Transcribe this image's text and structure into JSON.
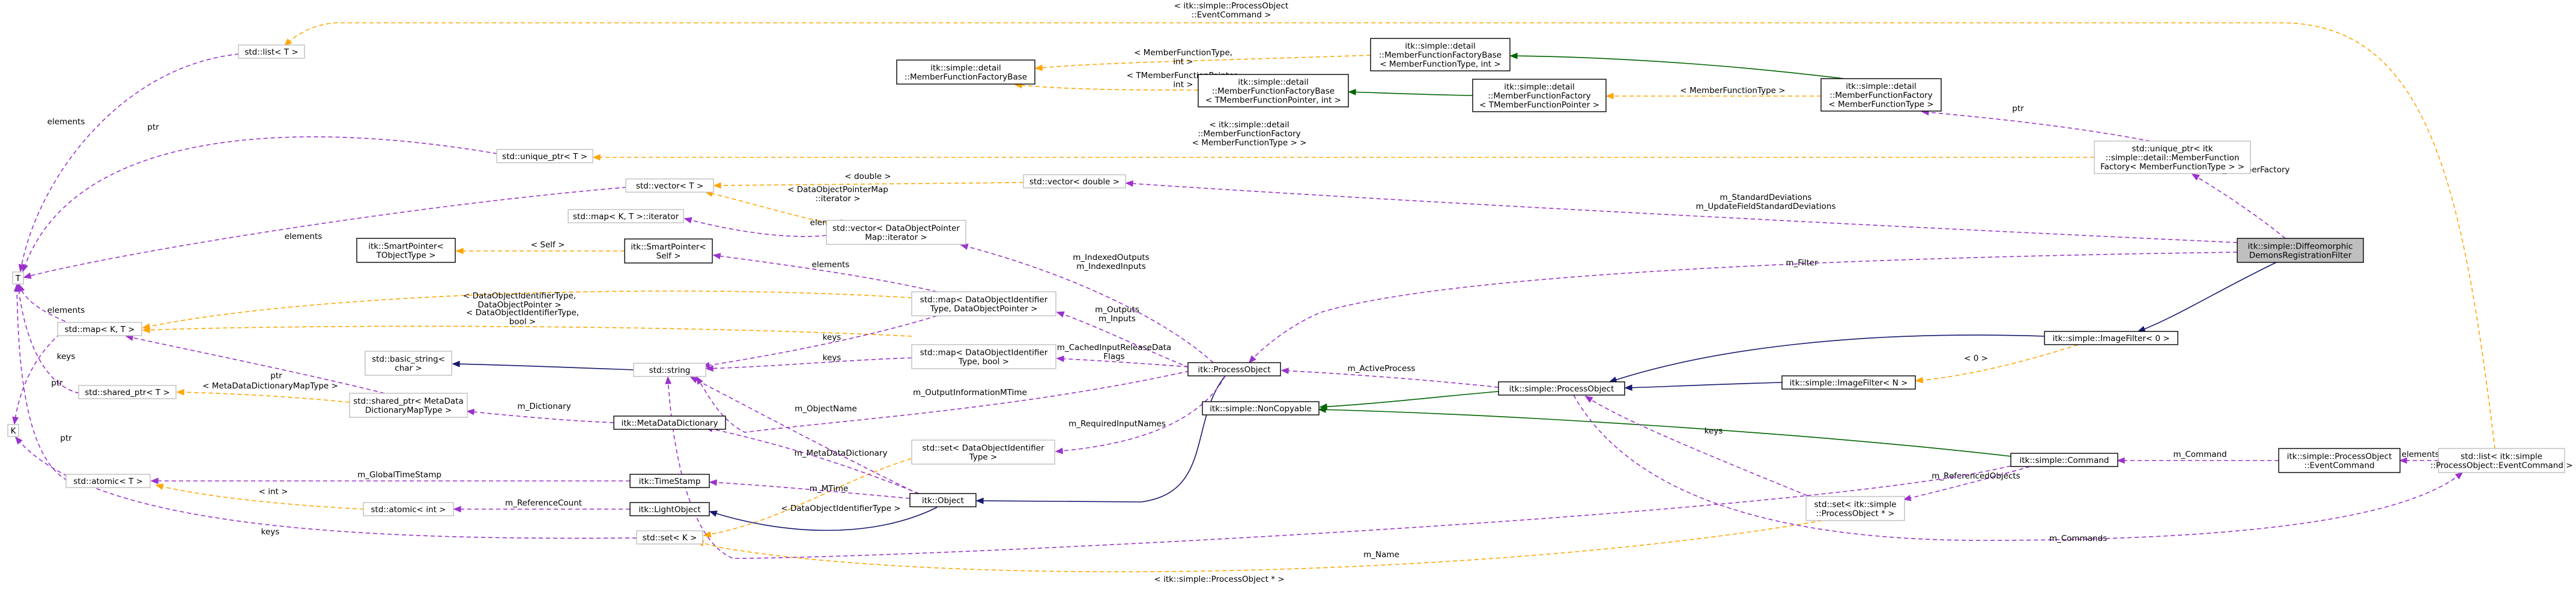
{
  "colors": {
    "usage": "#9a32cd",
    "template": "#ffa500",
    "public": "#191970",
    "protected": "#006400",
    "faint": "#bfbfbf",
    "current_fill": "#bfbfbf"
  },
  "nodes": [
    {
      "id": "T",
      "lines": [
        "T"
      ],
      "style": "faint"
    },
    {
      "id": "K",
      "lines": [
        "K"
      ],
      "style": "faint"
    },
    {
      "id": "std_list_T",
      "lines": [
        "std::list< T >"
      ],
      "style": "faint"
    },
    {
      "id": "unique_ptr_T",
      "lines": [
        "std::unique_ptr< T >"
      ],
      "style": "faint"
    },
    {
      "id": "mffb",
      "lines": [
        "itk::simple::detail",
        "::MemberFunctionFactoryBase"
      ],
      "style": "normal"
    },
    {
      "id": "mffb_type_int",
      "lines": [
        "itk::simple::detail",
        "::MemberFunctionFactoryBase",
        "< MemberFunctionType, int >"
      ],
      "style": "normal"
    },
    {
      "id": "mffb_tmfp_int",
      "lines": [
        "itk::simple::detail",
        "::MemberFunctionFactoryBase",
        "< TMemberFunctionPointer, int >"
      ],
      "style": "normal"
    },
    {
      "id": "mff_tmfp",
      "lines": [
        "itk::simple::detail",
        "::MemberFunctionFactory",
        "< TMemberFunctionPointer >"
      ],
      "style": "normal"
    },
    {
      "id": "mff_mft",
      "lines": [
        "itk::simple::detail",
        "::MemberFunctionFactory",
        "< MemberFunctionType >"
      ],
      "style": "normal"
    },
    {
      "id": "unique_ptr_mff",
      "lines": [
        "std::unique_ptr< itk",
        "::simple::detail::MemberFunction",
        "Factory< MemberFunctionType > >"
      ],
      "style": "faint"
    },
    {
      "id": "vector_T",
      "lines": [
        "std::vector< T >"
      ],
      "style": "faint"
    },
    {
      "id": "vector_double",
      "lines": [
        "std::vector< double >"
      ],
      "style": "faint"
    },
    {
      "id": "map_iter",
      "lines": [
        "std::map< K, T >::iterator"
      ],
      "style": "faint"
    },
    {
      "id": "vector_dop_iter",
      "lines": [
        "std::vector< DataObjectPointer",
        "Map::iterator >"
      ],
      "style": "faint"
    },
    {
      "id": "sp_T",
      "lines": [
        "itk::SmartPointer<",
        "TObjectType >"
      ],
      "style": "normal"
    },
    {
      "id": "sp_self",
      "lines": [
        "itk::SmartPointer<",
        "Self >"
      ],
      "style": "normal"
    },
    {
      "id": "map_doi_dop",
      "lines": [
        "std::map< DataObjectIdentifier",
        "Type, DataObjectPointer >"
      ],
      "style": "faint"
    },
    {
      "id": "map_KT",
      "lines": [
        "std::map< K, T >"
      ],
      "style": "faint"
    },
    {
      "id": "basic_string",
      "lines": [
        "std::basic_string<",
        "char >"
      ],
      "style": "faint"
    },
    {
      "id": "std_string",
      "lines": [
        "std::string"
      ],
      "style": "faint"
    },
    {
      "id": "map_doi_bool",
      "lines": [
        "std::map< DataObjectIdentifier",
        "Type, bool >"
      ],
      "style": "faint"
    },
    {
      "id": "shared_ptr_T",
      "lines": [
        "std::shared_ptr< T >"
      ],
      "style": "faint"
    },
    {
      "id": "shared_ptr_md",
      "lines": [
        "std::shared_ptr< MetaData",
        "DictionaryMapType >"
      ],
      "style": "faint"
    },
    {
      "id": "md_dict",
      "lines": [
        "itk::MetaDataDictionary"
      ],
      "style": "normal"
    },
    {
      "id": "set_doi",
      "lines": [
        "std::set< DataObjectIdentifier",
        "Type >"
      ],
      "style": "faint"
    },
    {
      "id": "atomic_T",
      "lines": [
        "std::atomic< T >"
      ],
      "style": "faint"
    },
    {
      "id": "timestamp",
      "lines": [
        "itk::TimeStamp"
      ],
      "style": "normal"
    },
    {
      "id": "atomic_int",
      "lines": [
        "std::atomic< int >"
      ],
      "style": "faint"
    },
    {
      "id": "lightobject",
      "lines": [
        "itk::LightObject"
      ],
      "style": "normal"
    },
    {
      "id": "set_K",
      "lines": [
        "std::set< K >"
      ],
      "style": "faint"
    },
    {
      "id": "itk_object",
      "lines": [
        "itk::Object"
      ],
      "style": "normal"
    },
    {
      "id": "itk_process",
      "lines": [
        "itk::ProcessObject"
      ],
      "style": "normal"
    },
    {
      "id": "noncopyable",
      "lines": [
        "itk::simple::NonCopyable"
      ],
      "style": "normal"
    },
    {
      "id": "simple_process",
      "lines": [
        "itk::simple::ProcessObject"
      ],
      "style": "normal"
    },
    {
      "id": "imagefilter_N",
      "lines": [
        "itk::simple::ImageFilter< N >"
      ],
      "style": "normal"
    },
    {
      "id": "imagefilter_0",
      "lines": [
        "itk::simple::ImageFilter< 0 >"
      ],
      "style": "normal"
    },
    {
      "id": "command",
      "lines": [
        "itk::simple::Command"
      ],
      "style": "normal"
    },
    {
      "id": "set_process_ptr",
      "lines": [
        "std::set< itk::simple",
        "::ProcessObject * >"
      ],
      "style": "faint"
    },
    {
      "id": "event_command",
      "lines": [
        "itk::simple::ProcessObject",
        "::EventCommand"
      ],
      "style": "normal"
    },
    {
      "id": "list_event_command",
      "lines": [
        "std::list< itk::simple",
        "::ProcessObject::EventCommand >"
      ],
      "style": "faint"
    },
    {
      "id": "demons",
      "lines": [
        "itk::simple::Diffeomorphic",
        "DemonsRegistrationFilter"
      ],
      "style": "current"
    }
  ],
  "edges": [
    {
      "from": "list_event_command",
      "to": "std_list_T",
      "kind": "template",
      "label": [
        "< itk::simple::ProcessObject",
        "::EventCommand >"
      ]
    },
    {
      "from": "std_list_T",
      "to": "T",
      "kind": "usage",
      "label": [
        "elements"
      ]
    },
    {
      "from": "unique_ptr_T",
      "to": "T",
      "kind": "usage",
      "label": [
        "ptr"
      ]
    },
    {
      "from": "vector_T",
      "to": "T",
      "kind": "usage",
      "label": [
        "elements"
      ]
    },
    {
      "from": "map_KT",
      "to": "T",
      "kind": "usage",
      "label": [
        "elements"
      ]
    },
    {
      "from": "map_KT",
      "to": "K",
      "kind": "usage",
      "label": [
        "keys"
      ]
    },
    {
      "from": "shared_ptr_T",
      "to": "T",
      "kind": "usage",
      "label": [
        "ptr"
      ]
    },
    {
      "from": "atomic_T",
      "to": "T",
      "kind": "usage",
      "label": [
        "ptr"
      ]
    },
    {
      "from": "set_K",
      "to": "K",
      "kind": "usage",
      "label": [
        "keys"
      ]
    },
    {
      "from": "mffb_type_int",
      "to": "mffb",
      "kind": "template",
      "label": [
        "< MemberFunctionType,",
        "int >"
      ]
    },
    {
      "from": "mffb_tmfp_int",
      "to": "mffb",
      "kind": "template",
      "label": [
        "< TMemberFunctionPointer,",
        "int >"
      ]
    },
    {
      "from": "mff_tmfp",
      "to": "mffb_tmfp_int",
      "kind": "protected",
      "label": []
    },
    {
      "from": "mff_mft",
      "to": "mffb_type_int",
      "kind": "protected",
      "label": []
    },
    {
      "from": "mff_mft",
      "to": "mff_tmfp",
      "kind": "template",
      "label": [
        "< MemberFunctionType >"
      ]
    },
    {
      "from": "unique_ptr_mff",
      "to": "mff_mft",
      "kind": "usage",
      "label": [
        "ptr"
      ]
    },
    {
      "from": "unique_ptr_mff",
      "to": "unique_ptr_T",
      "kind": "template",
      "label": [
        "< itk::simple::detail",
        "::MemberFunctionFactory",
        "< MemberFunctionType > >"
      ]
    },
    {
      "from": "demons",
      "to": "unique_ptr_mff",
      "kind": "usage",
      "label": [
        "m_MemberFactory"
      ]
    },
    {
      "from": "vector_double",
      "to": "vector_T",
      "kind": "template",
      "label": [
        "< double >"
      ]
    },
    {
      "from": "demons",
      "to": "vector_double",
      "kind": "usage",
      "label": [
        "m_StandardDeviations",
        "m_UpdateFieldStandardDeviations"
      ]
    },
    {
      "from": "vector_dop_iter",
      "to": "vector_T",
      "kind": "template",
      "label": [
        "< DataObjectPointerMap",
        "::iterator >"
      ]
    },
    {
      "from": "vector_dop_iter",
      "to": "map_iter",
      "kind": "usage",
      "label": [
        "elements"
      ]
    },
    {
      "from": "sp_self",
      "to": "sp_T",
      "kind": "template",
      "label": [
        "< Self >"
      ]
    },
    {
      "from": "map_doi_dop",
      "to": "sp_self",
      "kind": "usage",
      "label": [
        "elements"
      ]
    },
    {
      "from": "map_doi_dop",
      "to": "map_KT",
      "kind": "template",
      "label": [
        "< DataObjectIdentifierType,",
        "DataObjectPointer >"
      ]
    },
    {
      "from": "map_doi_bool",
      "to": "map_KT",
      "kind": "template",
      "label": [
        "< DataObjectIdentifierType,",
        "bool >"
      ]
    },
    {
      "from": "map_doi_dop",
      "to": "std_string",
      "kind": "usage",
      "label": [
        "keys"
      ]
    },
    {
      "from": "map_doi_bool",
      "to": "std_string",
      "kind": "usage",
      "label": [
        "keys"
      ]
    },
    {
      "from": "std_string",
      "to": "basic_string",
      "kind": "public",
      "label": []
    },
    {
      "from": "shared_ptr_md",
      "to": "map_KT",
      "kind": "usage",
      "label": [
        "ptr"
      ]
    },
    {
      "from": "shared_ptr_md",
      "to": "shared_ptr_T",
      "kind": "template",
      "label": [
        "< MetaDataDictionaryMapType >"
      ]
    },
    {
      "from": "md_dict",
      "to": "shared_ptr_md",
      "kind": "usage",
      "label": [
        "m_Dictionary"
      ]
    },
    {
      "from": "timestamp",
      "to": "atomic_T",
      "kind": "usage",
      "label": [
        "m_GlobalTimeStamp"
      ]
    },
    {
      "from": "atomic_int",
      "to": "atomic_T",
      "kind": "template",
      "label": [
        "< int >"
      ]
    },
    {
      "from": "lightobject",
      "to": "atomic_int",
      "kind": "usage",
      "label": [
        "m_ReferenceCount"
      ]
    },
    {
      "from": "set_doi",
      "to": "set_K",
      "kind": "template",
      "label": [
        "< DataObjectIdentifierType >"
      ]
    },
    {
      "from": "set_process_ptr",
      "to": "set_K",
      "kind": "template",
      "label": [
        "< itk::simple::ProcessObject * >"
      ]
    },
    {
      "from": "itk_object",
      "to": "lightobject",
      "kind": "public",
      "label": []
    },
    {
      "from": "itk_object",
      "to": "timestamp",
      "kind": "usage",
      "label": [
        "m_MTime"
      ]
    },
    {
      "from": "itk_object",
      "to": "md_dict",
      "kind": "usage",
      "label": [
        "m_MetaDataDictionary"
      ]
    },
    {
      "from": "itk_object",
      "to": "std_string",
      "kind": "usage",
      "label": [
        "m_ObjectName"
      ]
    },
    {
      "from": "itk_process",
      "to": "itk_object",
      "kind": "public",
      "label": []
    },
    {
      "from": "itk_process",
      "to": "vector_dop_iter",
      "kind": "usage",
      "label": [
        "m_IndexedOutputs",
        "m_IndexedInputs"
      ]
    },
    {
      "from": "itk_process",
      "to": "map_doi_dop",
      "kind": "usage",
      "label": [
        "m_Outputs",
        "m_Inputs"
      ]
    },
    {
      "from": "itk_process",
      "to": "map_doi_bool",
      "kind": "usage",
      "label": [
        "m_CachedInputReleaseData",
        "Flags"
      ]
    },
    {
      "from": "itk_process",
      "to": "set_doi",
      "kind": "usage",
      "label": [
        "m_RequiredInputNames"
      ]
    },
    {
      "from": "itk_process",
      "to": "std_string",
      "kind": "usage",
      "label": [
        "m_OutputInformationMTime"
      ]
    },
    {
      "from": "simple_process",
      "to": "itk_process",
      "kind": "usage",
      "label": [
        "m_ActiveProcess"
      ]
    },
    {
      "from": "simple_process",
      "to": "noncopyable",
      "kind": "protected",
      "label": []
    },
    {
      "from": "imagefilter_N",
      "to": "simple_process",
      "kind": "public",
      "label": []
    },
    {
      "from": "imagefilter_0",
      "to": "simple_process",
      "kind": "public",
      "label": []
    },
    {
      "from": "imagefilter_0",
      "to": "imagefilter_N",
      "kind": "template",
      "label": [
        "< 0 >"
      ]
    },
    {
      "from": "demons",
      "to": "imagefilter_0",
      "kind": "public",
      "label": []
    },
    {
      "from": "demons",
      "to": "itk_process",
      "kind": "usage",
      "label": [
        "m_Filter"
      ]
    },
    {
      "from": "command",
      "to": "noncopyable",
      "kind": "protected",
      "label": []
    },
    {
      "from": "command",
      "to": "set_process_ptr",
      "kind": "usage",
      "label": [
        "m_ReferencedObjects"
      ]
    },
    {
      "from": "set_process_ptr",
      "to": "simple_process",
      "kind": "usage",
      "label": [
        "keys"
      ]
    },
    {
      "from": "command",
      "to": "std_string",
      "kind": "usage",
      "label": [
        "m_Name"
      ]
    },
    {
      "from": "event_command",
      "to": "command",
      "kind": "usage",
      "label": [
        "m_Command"
      ]
    },
    {
      "from": "list_event_command",
      "to": "event_command",
      "kind": "usage",
      "label": [
        "elements"
      ]
    },
    {
      "from": "simple_process",
      "to": "list_event_command",
      "kind": "usage",
      "label": [
        "m_Commands"
      ]
    }
  ]
}
